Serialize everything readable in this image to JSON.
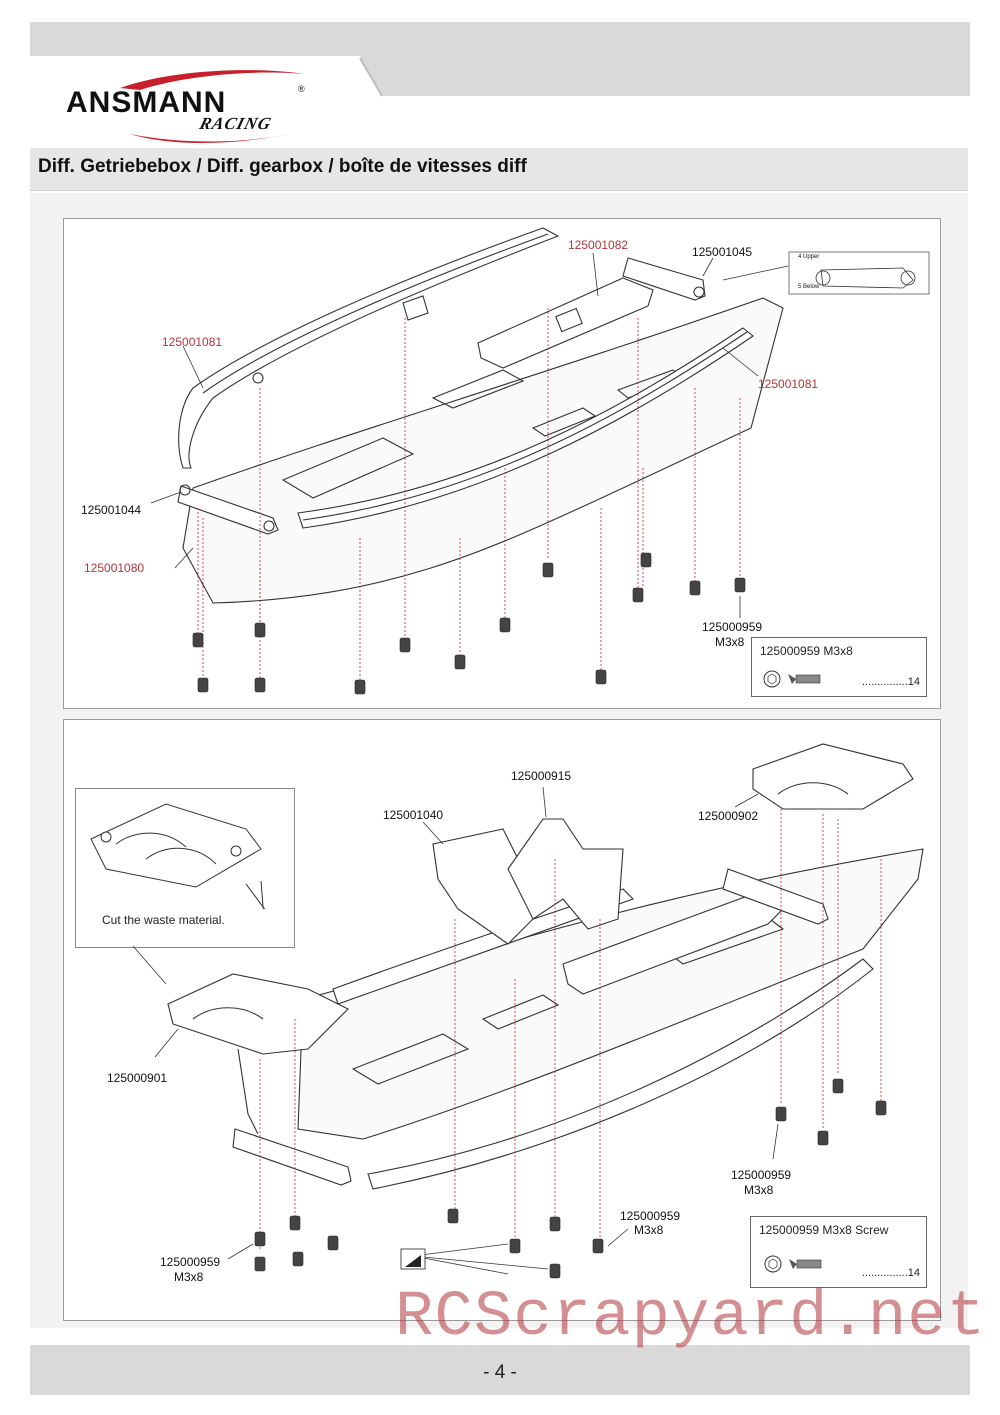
{
  "brand": {
    "logo_text": "ANSMANN",
    "logo_sub": "RACING",
    "logo_mark": "®",
    "accent_color": "#c8202a"
  },
  "section": {
    "title": "Diff. Getriebebox / Diff. gearbox / boîte de vitesses diff"
  },
  "step1": {
    "parts": {
      "p1082": "125001082",
      "p1045": "125001045",
      "p1081_left": "125001081",
      "p1081_right": "125001081",
      "p1044": "125001044",
      "p1080": "125001080",
      "screw_code": "125000959",
      "screw_size": "M3x8"
    },
    "inset": {
      "line1": "4 Upper",
      "line2": "5 Below"
    },
    "legend": {
      "title": "125000959  M3x8",
      "qty": "...............14"
    }
  },
  "step2": {
    "parts": {
      "p0915": "125000915",
      "p1040": "125001040",
      "p0902": "125000902",
      "p0901": "125000901"
    },
    "inset_caption": "Cut the waste material.",
    "screw_callouts": [
      {
        "code": "125000959",
        "size": "M3x8"
      },
      {
        "code": "125000959",
        "size": "M3x8"
      },
      {
        "code": "125000959",
        "size": "M3x8"
      }
    ],
    "legend": {
      "title": "125000959  M3x8 Screw",
      "qty": "...............14"
    }
  },
  "footer": {
    "page": "- 4 -",
    "watermark": "RCScrapyard.net"
  }
}
